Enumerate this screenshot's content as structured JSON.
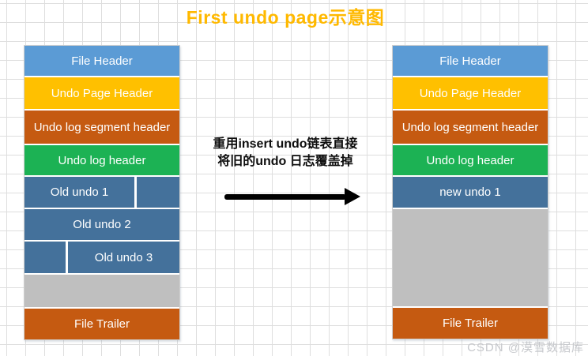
{
  "title": "First undo page示意图",
  "annotation": {
    "line1": "重用insert undo链表直接",
    "line2": "将旧的undo 日志覆盖掉"
  },
  "arrow": {
    "direction": "right"
  },
  "watermark": "CSDN @漠雪数据库",
  "colors": {
    "file_header_blue": "#5B9BD5",
    "undo_page_header_yellow": "#FFC000",
    "segment_header_orange": "#C55A11",
    "undo_log_header_green": "#1CB254",
    "undo_record_steel_blue": "#44719B",
    "free_space_gray": "#BFBFBF",
    "title_orange": "#FFB900",
    "arrow_black": "#000000"
  },
  "left_page": {
    "blocks": [
      {
        "label": "File Header",
        "color": "#5B9BD5"
      },
      {
        "label": "Undo Page Header",
        "color": "#FFC000"
      },
      {
        "label": "Undo log segment header",
        "color": "#C55A11"
      },
      {
        "label": "Undo log header",
        "color": "#1CB254"
      },
      {
        "color": "#44719B",
        "cells": [
          {
            "label": "Old undo 1"
          },
          {
            "label": ""
          }
        ]
      },
      {
        "label": "Old undo 2",
        "color": "#44719B"
      },
      {
        "color": "#44719B",
        "cells": [
          {
            "label": ""
          },
          {
            "label": "Old undo 3"
          }
        ]
      },
      {
        "label": "",
        "color": "#BFBFBF"
      },
      {
        "label": "File Trailer",
        "color": "#C55A11"
      }
    ]
  },
  "right_page": {
    "blocks": [
      {
        "label": "File Header",
        "color": "#5B9BD5"
      },
      {
        "label": "Undo Page Header",
        "color": "#FFC000"
      },
      {
        "label": "Undo log segment header",
        "color": "#C55A11"
      },
      {
        "label": "Undo log header",
        "color": "#1CB254"
      },
      {
        "label": "new undo 1",
        "color": "#44719B"
      },
      {
        "label": "",
        "color": "#BFBFBF"
      },
      {
        "label": "File Trailer",
        "color": "#C55A11"
      }
    ]
  }
}
